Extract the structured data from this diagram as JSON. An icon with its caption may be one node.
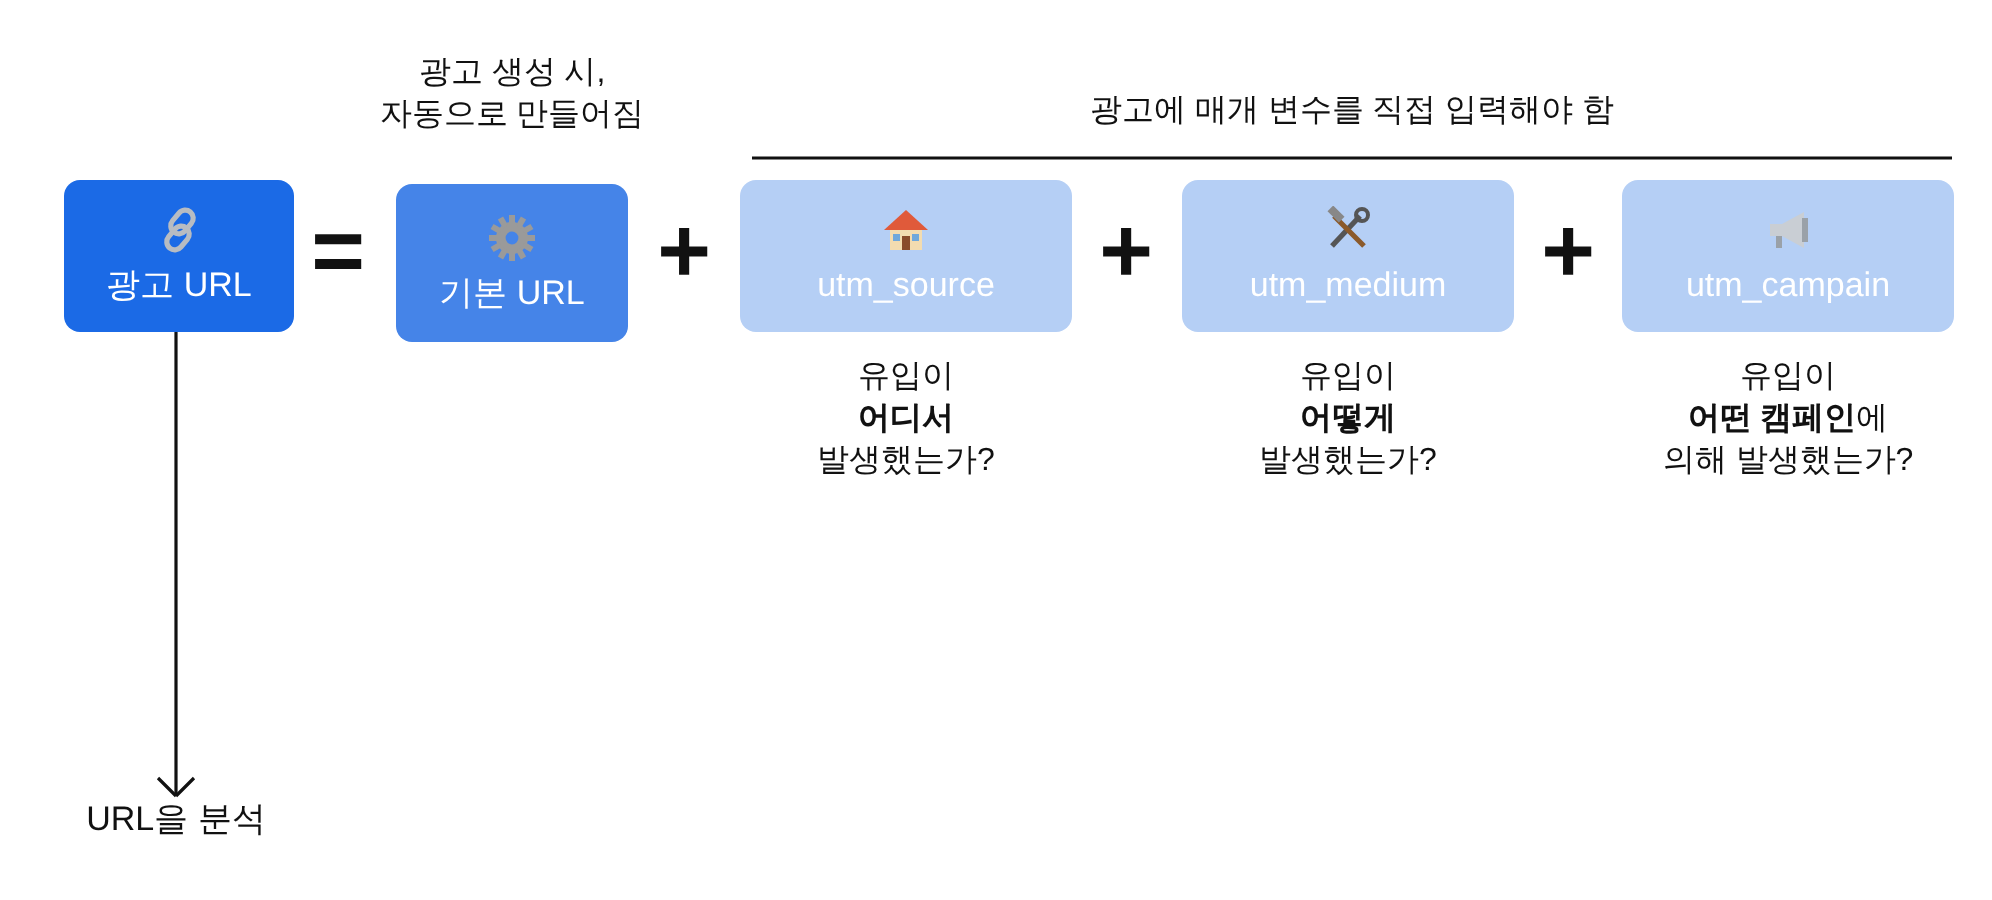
{
  "diagram": {
    "nodes": [
      {
        "text": [
          "광고 URL"
        ]
      },
      {
        "text": [
          "기본 URL"
        ],
        "beside": [
          "광고 생성 시, 자동으로 만들어짐"
        ]
      },
      {
        "text": [
          "utm_source"
        ],
        "beside": [
          "유입이 **어디서** 발생했는가?"
        ]
      },
      {
        "text": [
          "utm_medium"
        ],
        "beside": [
          "유입이 **어떻게** 발생했는가?"
        ]
      },
      {
        "text": [
          "utm_campain"
        ],
        "beside": [
          "유입이 **어떤 캠페인**에 의해 발생했는가?"
        ]
      },
      {
        "text": [
          "URL을 분석"
        ]
      }
    ],
    "edges": [
      {
        "from": 0,
        "to": 5,
        "arrow": "to"
      }
    ],
    "labels": [
      "=",
      "+",
      "+",
      "+",
      "광고에 매개 변수를 직접 입력해야 함"
    ]
  }
}
